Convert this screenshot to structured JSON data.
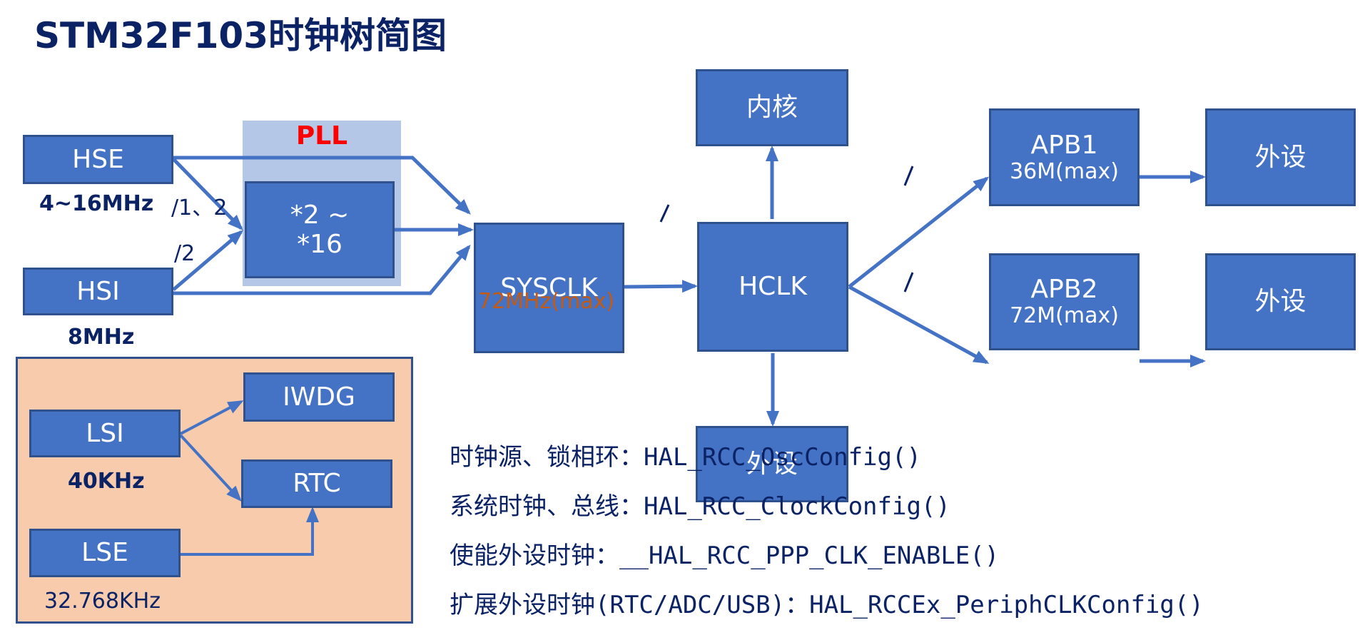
{
  "title": "STM32F103时钟树简图",
  "colors": {
    "box_fill": "#4472c4",
    "box_border": "#2f528f",
    "wire": "#4472c4",
    "pll_shade": "#b4c7e7",
    "pll_label": "#ff0000",
    "low_speed_region": "#f8cbad",
    "text_dark": "#0b2265",
    "sysclk_freq": "#c55a11"
  },
  "sources": {
    "hse": {
      "label": "HSE",
      "freq": "4~16MHz"
    },
    "hsi": {
      "label": "HSI",
      "freq": "8MHz"
    },
    "lsi": {
      "label": "LSI",
      "freq": "40KHz"
    },
    "lse": {
      "label": "LSE",
      "freq": "32.768KHz"
    }
  },
  "pll": {
    "label": "PLL",
    "mult_line1": "*2 ~",
    "mult_line2": "*16",
    "div_hse": "/1、2",
    "div_hsi": "/2"
  },
  "sysclk": {
    "label": "SYSCLK",
    "freq": "72MHz(max)"
  },
  "ahb_divider": "/",
  "hclk": {
    "label": "HCLK"
  },
  "core": {
    "label": "内核"
  },
  "hclk_periph": {
    "label": "外设"
  },
  "apb_divider": "/",
  "apb1": {
    "label": "APB1",
    "freq": "36M(max)",
    "periph": "外设"
  },
  "apb2": {
    "label": "APB2",
    "freq": "72M(max)",
    "periph": "外设"
  },
  "low_speed": {
    "iwdg": "IWDG",
    "rtc": "RTC"
  },
  "api": [
    {
      "text": "时钟源、锁相环：HAL_RCC_OscConfig()"
    },
    {
      "text": "系统时钟、总线：HAL_RCC_ClockConfig()"
    },
    {
      "text": "使能外设时钟：__HAL_RCC_PPP_CLK_ENABLE()"
    },
    {
      "text": "扩展外设时钟(RTC/ADC/USB)：HAL_RCCEx_PeriphCLKConfig()"
    }
  ]
}
